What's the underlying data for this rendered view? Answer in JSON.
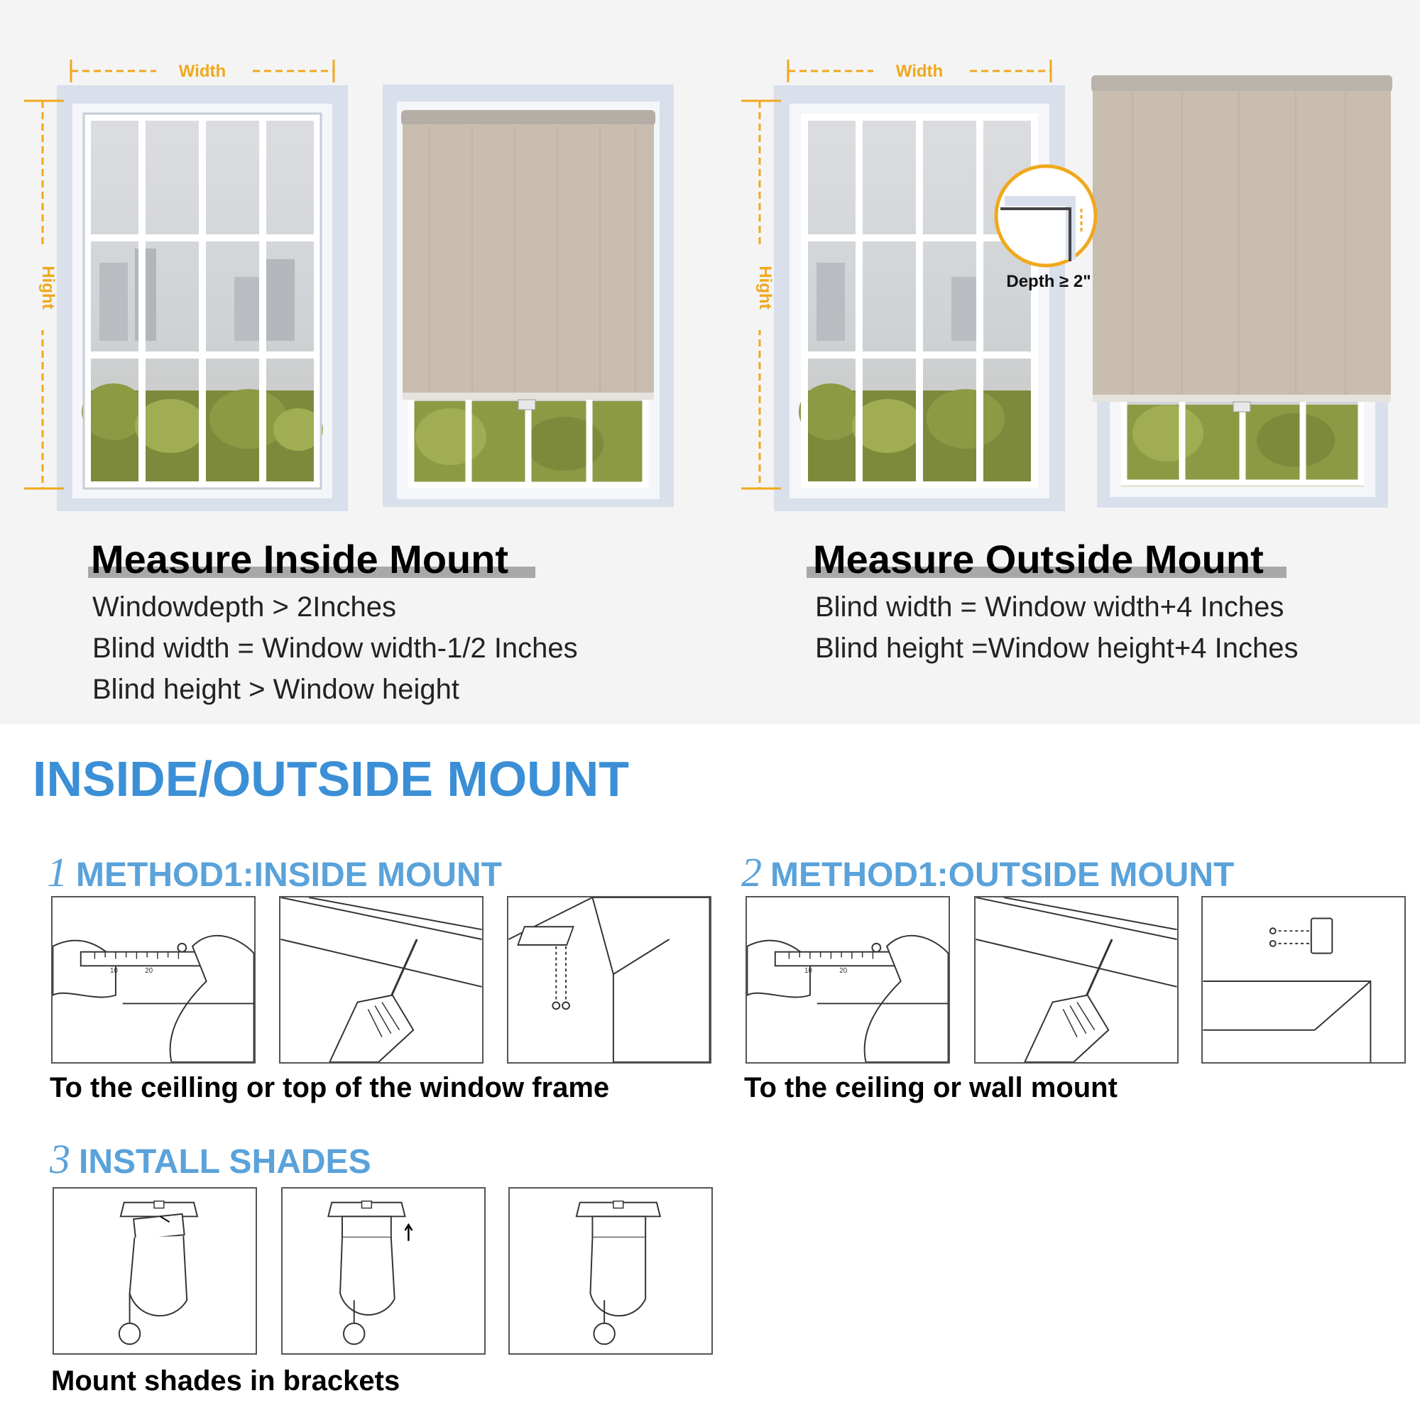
{
  "measure": {
    "width_label": "Width",
    "height_label": "Hight",
    "depth_label": "Depth ≥ 2\"",
    "inside": {
      "title": "Measure Inside Mount",
      "lines": [
        "Windowdepth > 2Inches",
        "Blind width = Window width-1/2 Inches",
        "Blind height > Window height"
      ]
    },
    "outside": {
      "title": "Measure Outside Mount",
      "lines": [
        "Blind width = Window width+4 Inches",
        "Blind height =Window height+4 Inches"
      ]
    }
  },
  "main_title": "INSIDE/OUTSIDE MOUNT",
  "steps": [
    {
      "number": "1",
      "title": "METHOD1:INSIDE MOUNT",
      "caption": "To the ceilling or top of the window frame"
    },
    {
      "number": "2",
      "title": "METHOD1:OUTSIDE MOUNT",
      "caption": "To the ceiling or wall mount"
    },
    {
      "number": "3",
      "title": "INSTALL SHADES",
      "caption": "Mount shades in brackets"
    }
  ],
  "ruler_ticks": [
    "10",
    "20"
  ],
  "colors": {
    "accent_orange": "#f0a81c",
    "heading_blue": "#3b8fd6",
    "step_blue": "#5aa2da",
    "shade_fabric": "#c9bdb0"
  }
}
